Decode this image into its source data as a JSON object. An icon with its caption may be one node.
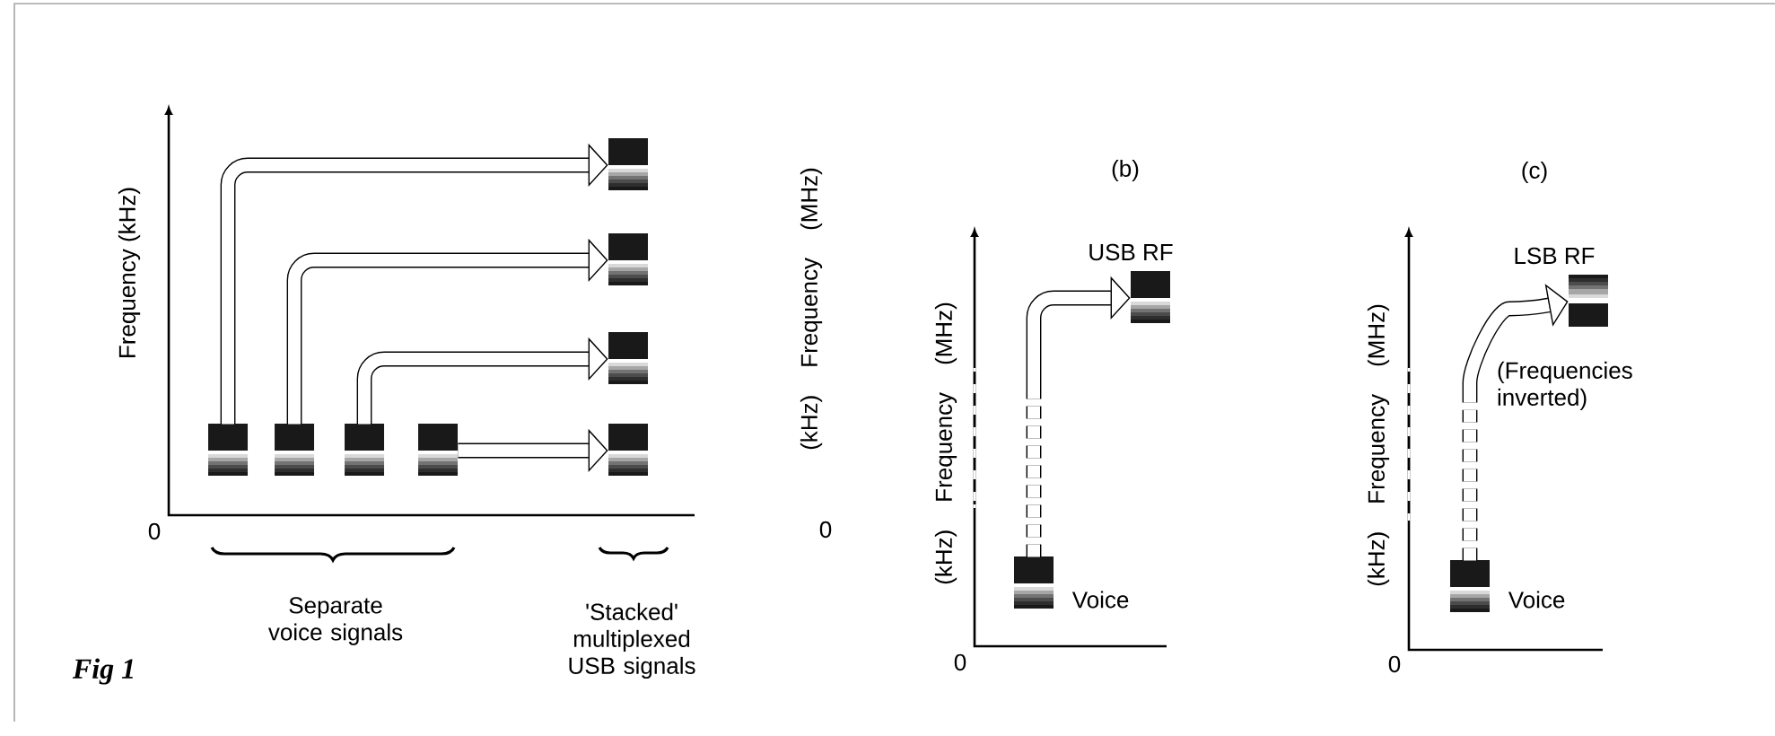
{
  "diagram": {
    "nodes": [
      {
        "text": [],
        "shape": "box"
      },
      {
        "text": [],
        "shape": "box"
      },
      {
        "text": [],
        "shape": "box"
      },
      {
        "text": [],
        "shape": "box"
      },
      {
        "text": [],
        "shape": "box"
      },
      {
        "text": [],
        "shape": "box"
      },
      {
        "text": [],
        "shape": "box"
      },
      {
        "text": [],
        "shape": "box"
      },
      {
        "text": [],
        "shape": "box",
        "beside": [
          "Voice"
        ]
      },
      {
        "text": [],
        "shape": "box",
        "beside": [
          "USB RF"
        ]
      },
      {
        "text": [],
        "shape": "box",
        "beside": [
          "Voice"
        ]
      },
      {
        "text": [],
        "shape": "box",
        "beside": [
          "LSB RF"
        ]
      }
    ],
    "edges": [
      {
        "from": 0,
        "to": 4,
        "arrow": "to"
      },
      {
        "from": 1,
        "to": 5,
        "arrow": "to"
      },
      {
        "from": 2,
        "to": 6,
        "arrow": "to"
      },
      {
        "from": 3,
        "to": 7,
        "arrow": "to"
      },
      {
        "from": 8,
        "to": 9,
        "arrow": "to",
        "style": "dashed"
      },
      {
        "from": 10,
        "to": 11,
        "arrow": "to",
        "style": "dashed",
        "label": "(Frequencies inverted)"
      }
    ],
    "labels": [
      "Frequency (kHz)",
      "0",
      "Separate voice signals",
      "'Stacked' multiplexed USB signals",
      "Fig 1",
      "(kHz) Frequency (MHz)",
      "0",
      "(b)",
      "(kHz) Frequency (MHz)",
      "0",
      "(c)",
      "(kHz) Frequency (MHz)",
      "0"
    ]
  }
}
